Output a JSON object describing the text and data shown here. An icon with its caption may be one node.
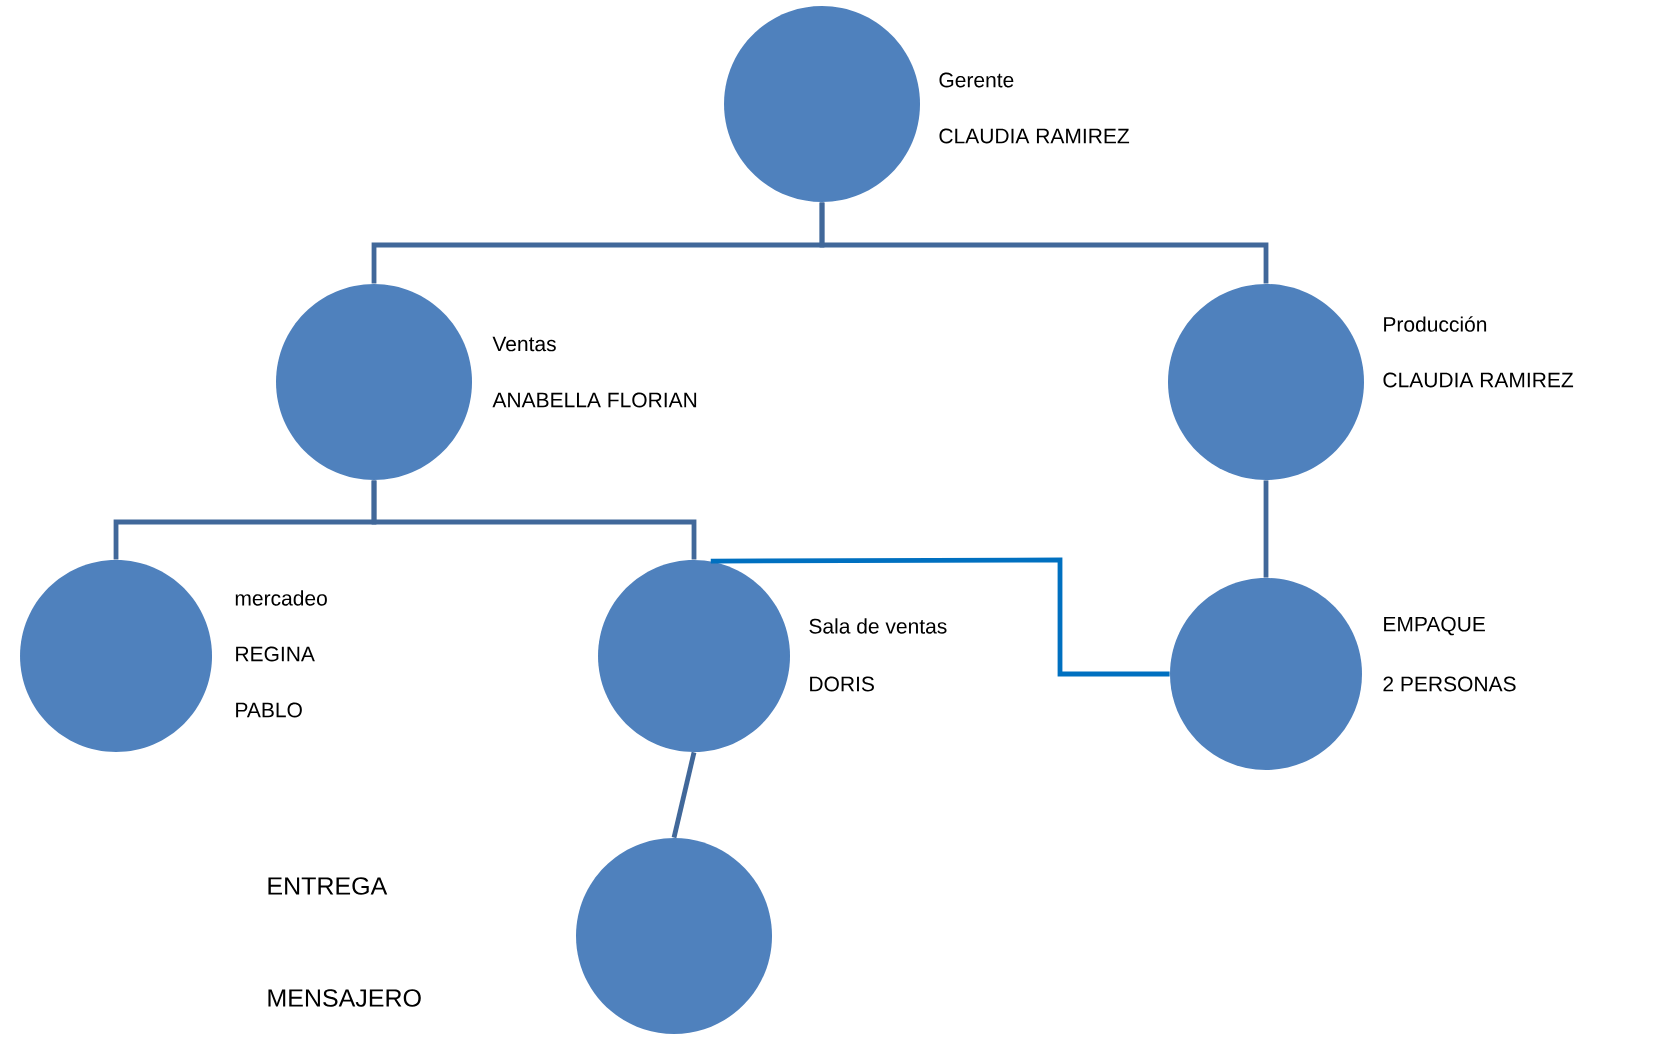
{
  "diagram": {
    "nodes": [
      {
        "text": [
          "Gerente",
          "CLAUDIA RAMIREZ"
        ]
      },
      {
        "text": [
          "Ventas",
          "ANABELLA FLORIAN"
        ]
      },
      {
        "text": [
          "Producción",
          "CLAUDIA RAMIREZ"
        ]
      },
      {
        "text": [
          "mercadeo",
          "REGINA",
          "PABLO"
        ]
      },
      {
        "text": [
          "Sala de ventas",
          "DORIS"
        ]
      },
      {
        "text": [
          "EMPAQUE",
          "2 PERSONAS"
        ]
      },
      {
        "text": [],
        "shape": "circle"
      }
    ],
    "edges": [
      {
        "from": 0,
        "to": 1,
        "arrow": "none"
      },
      {
        "from": 0,
        "to": 2,
        "arrow": "none"
      },
      {
        "from": 1,
        "to": 3,
        "arrow": "none"
      },
      {
        "from": 1,
        "to": 4,
        "arrow": "none"
      },
      {
        "from": 2,
        "to": 5,
        "arrow": "none"
      },
      {
        "from": 4,
        "to": 5,
        "arrow": "none",
        "color": "#0070c0"
      },
      {
        "from": 4,
        "to": 6,
        "arrow": "none"
      }
    ],
    "labels": [
      "ENTREGA",
      "MENSAJERO"
    ]
  }
}
